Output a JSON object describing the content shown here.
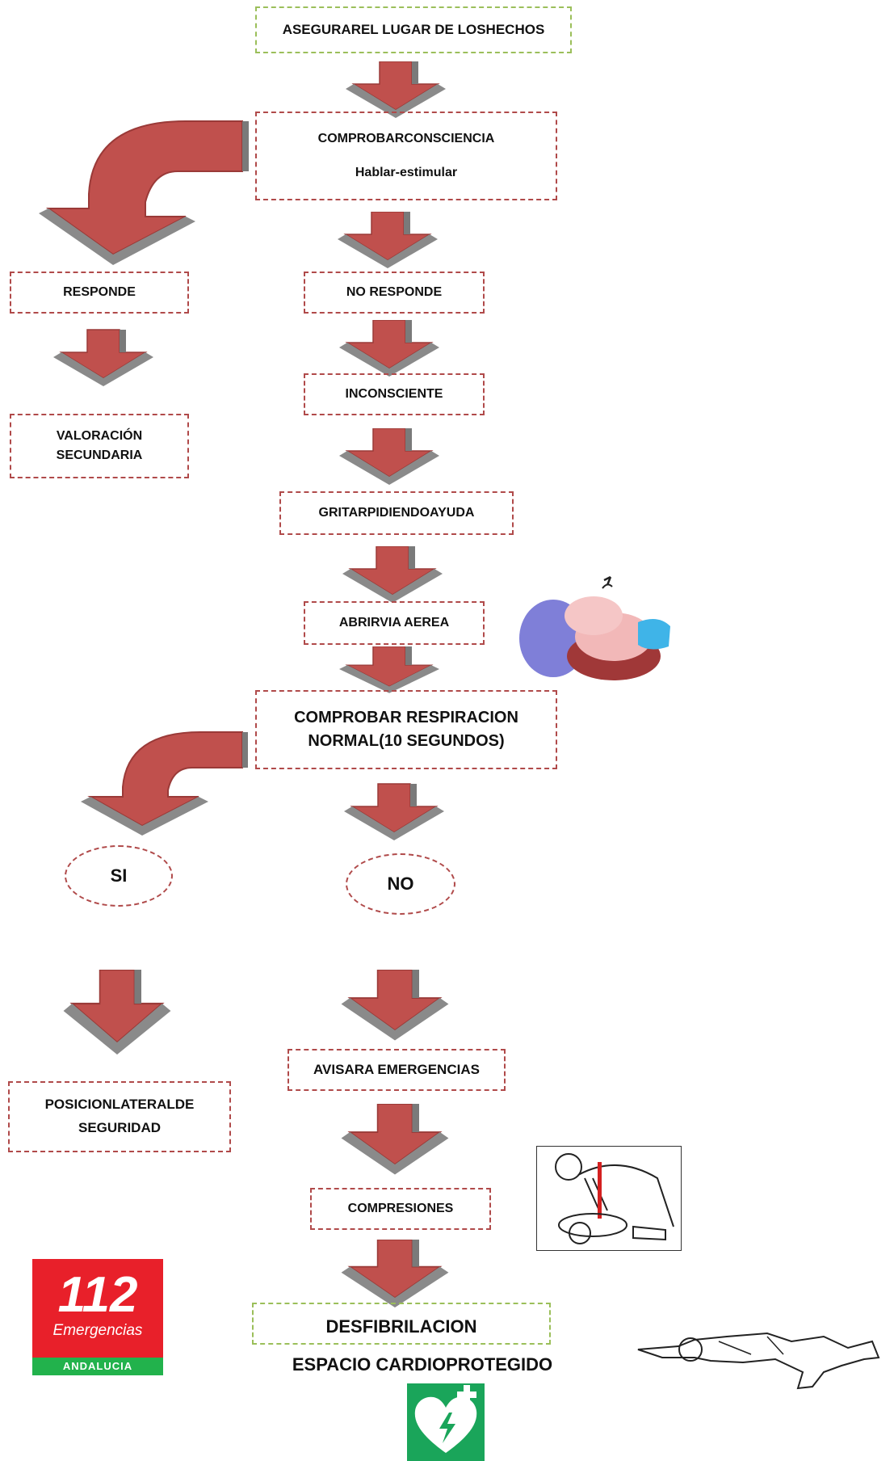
{
  "steps": {
    "asegurar": "ASEGURAREL LUGAR DE LOSHECHOS",
    "comprobar_consciencia": "COMPROBARCONSCIENCIA",
    "hablar_estimular": "Hablar-estimular",
    "responde": "RESPONDE",
    "no_responde": "NO RESPONDE",
    "valoracion_l1": "VALORACIÓN",
    "valoracion_l2": "SECUNDARIA",
    "inconsciente": "INCONSCIENTE",
    "gritar": "GRITARPIDIENDOAYUDA",
    "abrir": "ABRIRVIA AEREA",
    "comprobar_resp_l1": "COMPROBAR RESPIRACION",
    "comprobar_resp_l2": "NORMAL(10 SEGUNDOS)",
    "si": "SI",
    "no": "NO",
    "posicion_l1": "POSICIONLATERALDE",
    "posicion_l2": "SEGURIDAD",
    "avisar": "AVISARA EMERGENCIAS",
    "compresiones": "COMPRESIONES",
    "desfibrilacion": "DESFIBRILACION",
    "espacio": "ESPACIO CARDIOPROTEGIDO"
  },
  "logo": {
    "number": "112",
    "word": "Emergencias",
    "region": "ANDALUCIA"
  },
  "colors": {
    "arrow_fill": "#c0504d",
    "box_border_red": "#b04a4a",
    "box_border_green": "#9bbf5a",
    "logo_red": "#e8202a",
    "logo_green": "#22b24c",
    "aed_green": "#1aa55a"
  },
  "icons": [
    "arrow-down-icon",
    "curved-arrow-icon",
    "airway-illustration",
    "cpr-illustration",
    "recovery-position-illustration",
    "aed-heart-icon"
  ]
}
